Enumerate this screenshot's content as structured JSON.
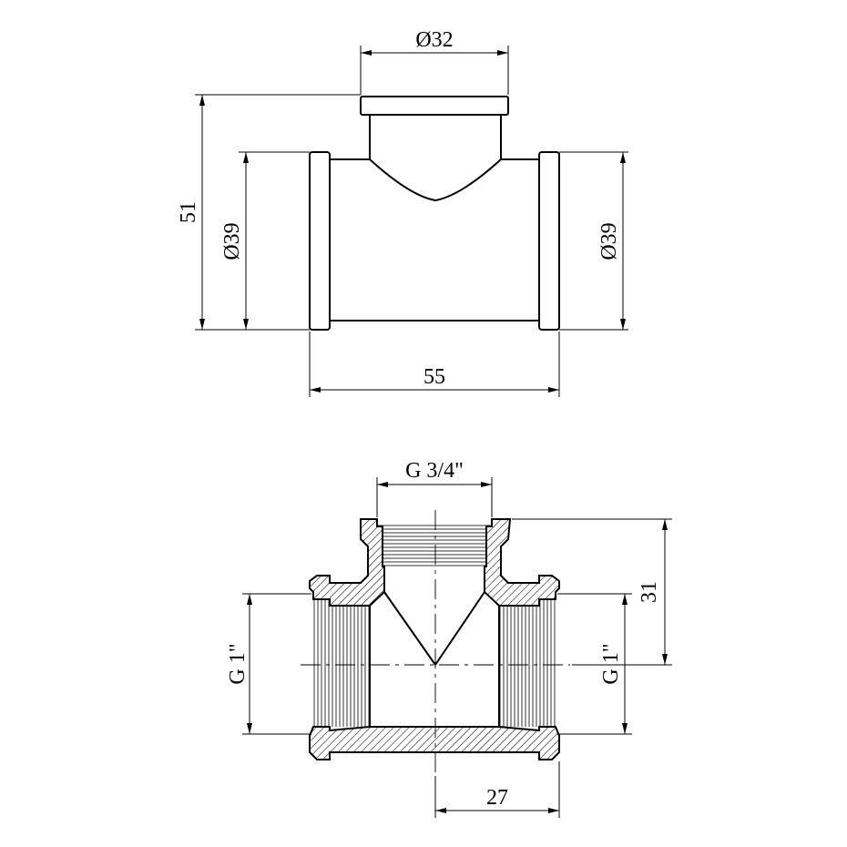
{
  "dimensions": {
    "top_dia": "Ø32",
    "height": "51",
    "left_dia": "Ø39",
    "right_dia": "Ø39",
    "length": "55",
    "branch_thread": "G 3/4\"",
    "left_thread": "G 1\"",
    "right_thread": "G 1\"",
    "branch_depth": "31",
    "half_length": "27"
  }
}
